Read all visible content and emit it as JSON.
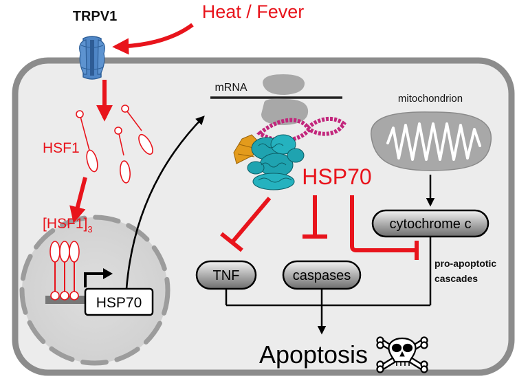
{
  "labels": {
    "trpv1": "TRPV1",
    "stimulus": "Heat / Fever",
    "hsf1": "HSF1",
    "hsf1_trimer": "[HSF1]",
    "hsf1_trimer_subscript": "3",
    "gene": "HSP70",
    "mrna": "mRNA",
    "protein": "HSP70",
    "mitochondrion": "mitochondrion",
    "cytochrome": "cytochrome c",
    "tnf": "TNF",
    "caspases": "caspases",
    "cascades_line1": "pro-apoptotic",
    "cascades_line2": "cascades",
    "apoptosis": "Apoptosis"
  },
  "icons": {
    "skull": "skull-and-crossbones-icon",
    "channel": "ion-channel-icon",
    "ribosome": "ribosome-icon",
    "protein": "protein-structure-icon",
    "mitochondrion": "mitochondrion-icon"
  },
  "colors": {
    "activation": "#e8141c",
    "inhibition": "#e8141c",
    "arrow": "#000000",
    "cell_fill": "#ececec",
    "cell_stroke": "#8c8c8c",
    "channel": "#4f86c6",
    "protein_cyan": "#1fa3b0",
    "protein_magenta": "#c2267c",
    "protein_orange": "#e39b1c"
  }
}
